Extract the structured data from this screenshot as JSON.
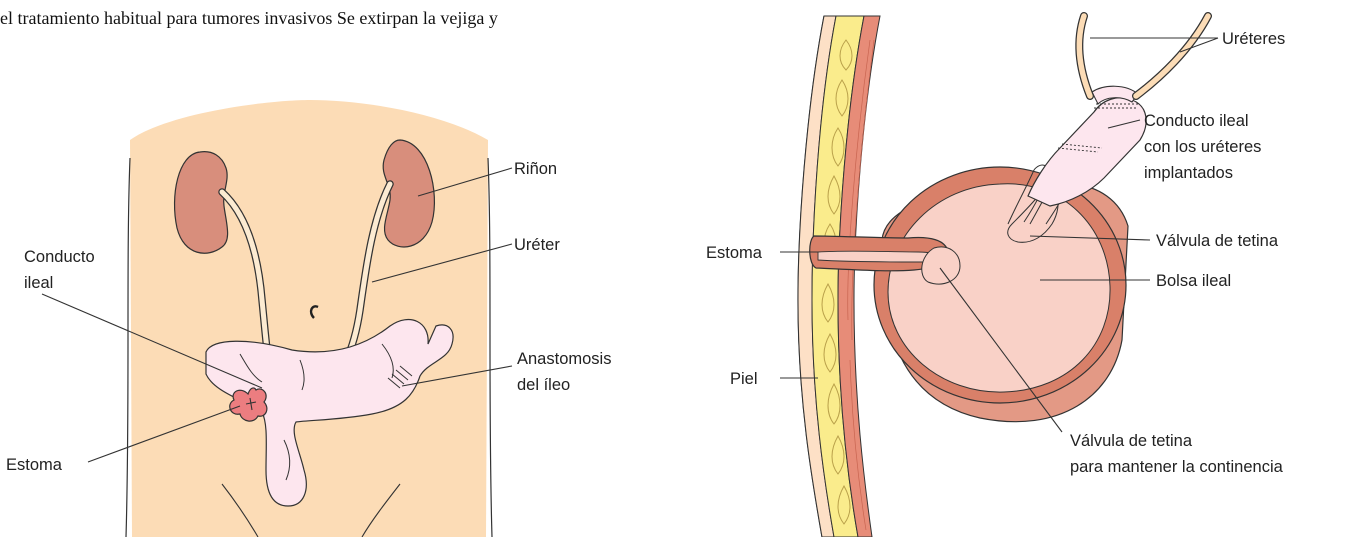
{
  "caption_fragment": "el tratamiento habitual para tumores invasivos Se extirpan la vejiga y",
  "left_figure": {
    "labels": {
      "kidney": "Riñon",
      "ureter": "Uréter",
      "ileal_conduit_line1": "Conducto",
      "ileal_conduit_line2": "ileal",
      "anastomosis_line1": "Anastomosis",
      "anastomosis_line2": "del íleo",
      "stoma": "Estoma"
    }
  },
  "right_figure": {
    "labels": {
      "ureters": "Uréteres",
      "conduit_line1": "Conducto ileal",
      "conduit_line2": "con los uréteres",
      "conduit_line3": "implantados",
      "nipple_valve": "Válvula de tetina",
      "ileal_pouch": "Bolsa ileal",
      "stoma": "Estoma",
      "skin": "Piel",
      "continence_valve_line1": "Válvula de tetina",
      "continence_valve_line2": "para mantener la continencia"
    }
  },
  "colors": {
    "skin_tone": "#fcdcb6",
    "kidney": "#d88e7c",
    "intestine": "#fde6ee",
    "stoma": "#ec7d80",
    "pouch": "#f9d1c7",
    "wall": "#d98069",
    "fat": "#faec8c"
  }
}
